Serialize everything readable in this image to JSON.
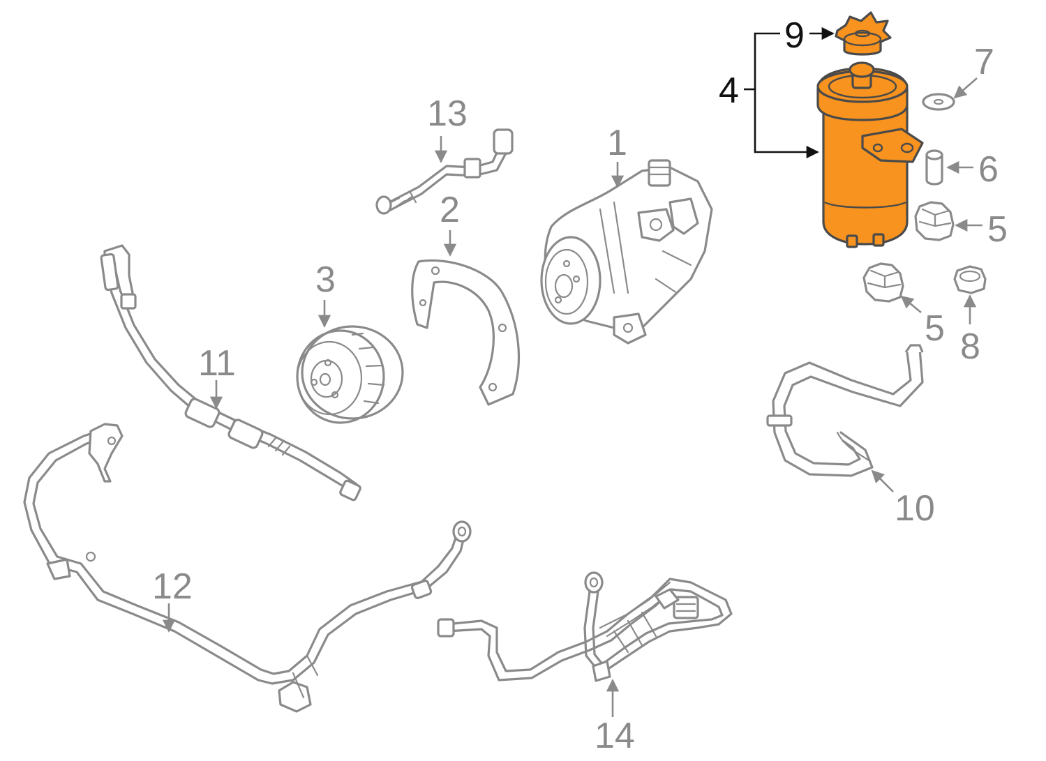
{
  "callouts": {
    "c1": "1",
    "c2": "2",
    "c3": "3",
    "c4": "4",
    "c5a": "5",
    "c5b": "5",
    "c6": "6",
    "c7": "7",
    "c8": "8",
    "c9": "9",
    "c10": "10",
    "c11": "11",
    "c12": "12",
    "c13": "13",
    "c14": "14"
  },
  "colors": {
    "highlight": "#f7931e",
    "line_art": "#8a8a8a",
    "highlight_callouts": "#111111"
  },
  "highlighted_parts": [
    "4",
    "9"
  ]
}
